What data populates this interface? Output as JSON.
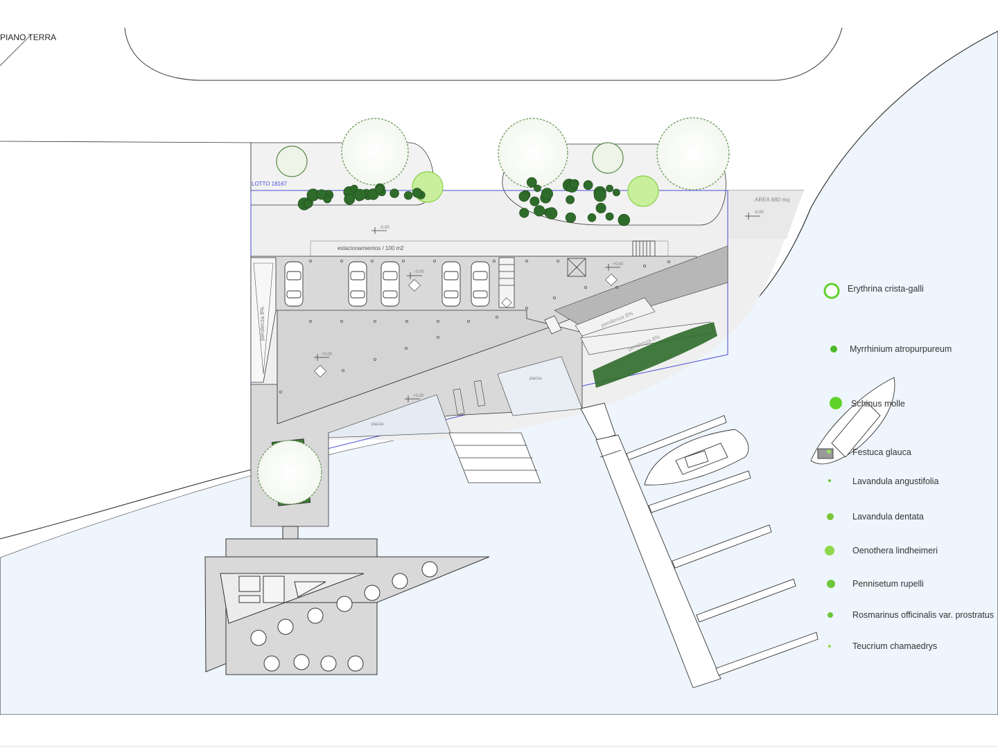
{
  "plan": {
    "title": "PIANO TERRA",
    "lot_label": "LOTTO 18167",
    "area_label": "AREA 680 mq",
    "parking_label": "estacionamientos / 100 m2",
    "ramp_labels": [
      "pendenza 8%",
      "pendenza 8%",
      "pendenza 8%"
    ],
    "piazza_labels": [
      "piazza",
      "piazza"
    ],
    "level_labels": [
      "-0.00",
      "-0.00",
      "+0.40",
      "+0.00",
      "+0.00",
      "-0.00"
    ]
  },
  "legend": {
    "items": [
      {
        "label": "Erythrina crista-galli",
        "icon": "erythrina-icon",
        "color": "#5fd12a"
      },
      {
        "label": "Myrrhinium atropurpureum",
        "icon": "myrrhinium-icon",
        "color": "#4fb82a"
      },
      {
        "label": "Schinus molle",
        "icon": "schinus-icon",
        "color": "#5fd12a"
      },
      {
        "label": "Festuca glauca",
        "icon": "festuca-icon",
        "color": "#9cdc5a"
      },
      {
        "label": "Lavandula angustifolia",
        "icon": "lavandula-angustifolia-icon",
        "color": "#6cc63a"
      },
      {
        "label": "Lavandula dentata",
        "icon": "lavandula-dentata-icon",
        "color": "#7bc636"
      },
      {
        "label": "Oenothera lindheimeri",
        "icon": "oenothera-icon",
        "color": "#8fd84c"
      },
      {
        "label": "Pennisetum rupelli",
        "icon": "pennisetum-icon",
        "color": "#6cc63a"
      },
      {
        "label": "Rosmarinus officinalis var. prostratus",
        "icon": "rosmarinus-icon",
        "color": "#6cc63a"
      },
      {
        "label": "Teucrium chamaedrys",
        "icon": "teucrium-icon",
        "color": "#8fd84c"
      }
    ]
  },
  "colors": {
    "water": "#eef5fc",
    "paving": "#d9d9d9",
    "light_paving": "#efefef",
    "lot_outline": "#4a4ad8",
    "dark_green": "#2f6b2a",
    "tree_outline": "#6a9a5a"
  }
}
